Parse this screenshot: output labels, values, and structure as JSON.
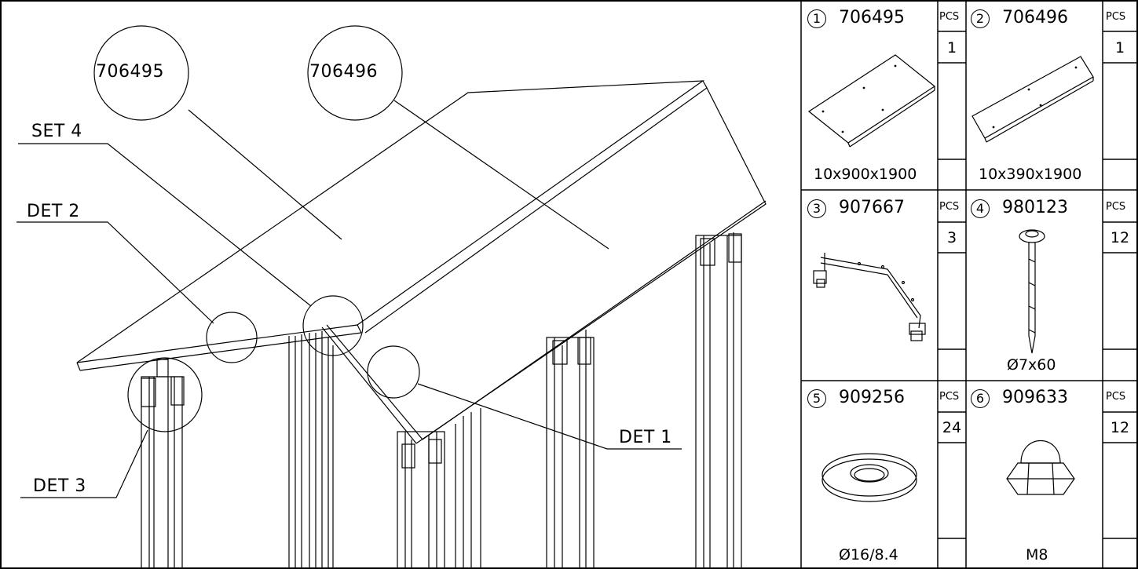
{
  "callouts": {
    "part_a": "706495",
    "part_b": "706496",
    "set": "SET 4",
    "det2": "DET 2",
    "det1": "DET 1",
    "det3": "DET 3"
  },
  "parts": [
    {
      "index": "1",
      "code": "706495",
      "pcs_label": "PCS",
      "qty": "1",
      "dim": "10x900x1900",
      "icon": "plate-icon"
    },
    {
      "index": "2",
      "code": "706496",
      "pcs_label": "PCS",
      "qty": "1",
      "dim": "10x390x1900",
      "icon": "narrow-plate-icon"
    },
    {
      "index": "3",
      "code": "907667",
      "pcs_label": "PCS",
      "qty": "3",
      "dim": "",
      "icon": "truss-bracket-icon"
    },
    {
      "index": "4",
      "code": "980123",
      "pcs_label": "PCS",
      "qty": "12",
      "dim": "Ø7x60",
      "icon": "screw-icon"
    },
    {
      "index": "5",
      "code": "909256",
      "pcs_label": "PCS",
      "qty": "24",
      "dim": "Ø16/8.4",
      "icon": "washer-icon"
    },
    {
      "index": "6",
      "code": "909633",
      "pcs_label": "PCS",
      "qty": "12",
      "dim": "M8",
      "icon": "cap-nut-icon"
    }
  ]
}
